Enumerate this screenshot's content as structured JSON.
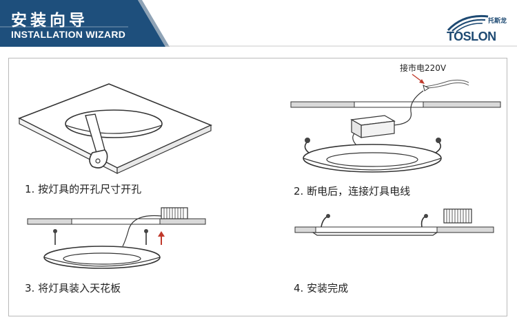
{
  "header": {
    "title_cn": "安装向导",
    "title_en": "INSTALLATION WIZARD",
    "colors": {
      "band": "#1e4f7c",
      "divider": "#9aa6b2"
    }
  },
  "logo": {
    "text_cn": "托斯龙",
    "text_en": "TOSLON",
    "icon": "toslon-swoosh-logo"
  },
  "steps": [
    {
      "caption": "1. 按灯具的开孔尺寸开孔"
    },
    {
      "caption": "2. 断电后，连接灯具电线",
      "callout": "接市电220V"
    },
    {
      "caption": "3. 将灯具装入天花板"
    },
    {
      "caption": "4. 安装完成"
    }
  ]
}
